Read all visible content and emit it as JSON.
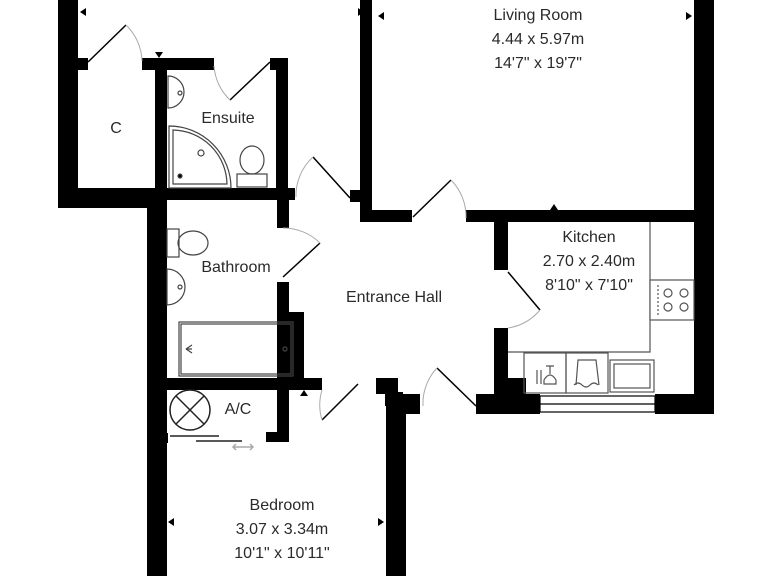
{
  "floorplan": {
    "rooms": [
      {
        "id": "living-room",
        "name": "Living Room",
        "metric": "4.44 x 5.97m",
        "imperial": "14'7\" x 19'7\""
      },
      {
        "id": "cupboard",
        "name": "C"
      },
      {
        "id": "ensuite",
        "name": "Ensuite"
      },
      {
        "id": "bathroom",
        "name": "Bathroom"
      },
      {
        "id": "entrance-hall",
        "name": "Entrance Hall"
      },
      {
        "id": "kitchen",
        "name": "Kitchen",
        "metric": "2.70 x 2.40m",
        "imperial": "8'10\" x 7'10\""
      },
      {
        "id": "ac-cupboard",
        "name": "A/C"
      },
      {
        "id": "bedroom",
        "name": "Bedroom",
        "metric": "3.07 x 3.34m",
        "imperial": "10'1\" x 10'11\""
      }
    ],
    "colors": {
      "wall": "#000000",
      "background": "#ffffff",
      "fixture": "#555555",
      "door_arc": "#aaaaaa"
    }
  }
}
